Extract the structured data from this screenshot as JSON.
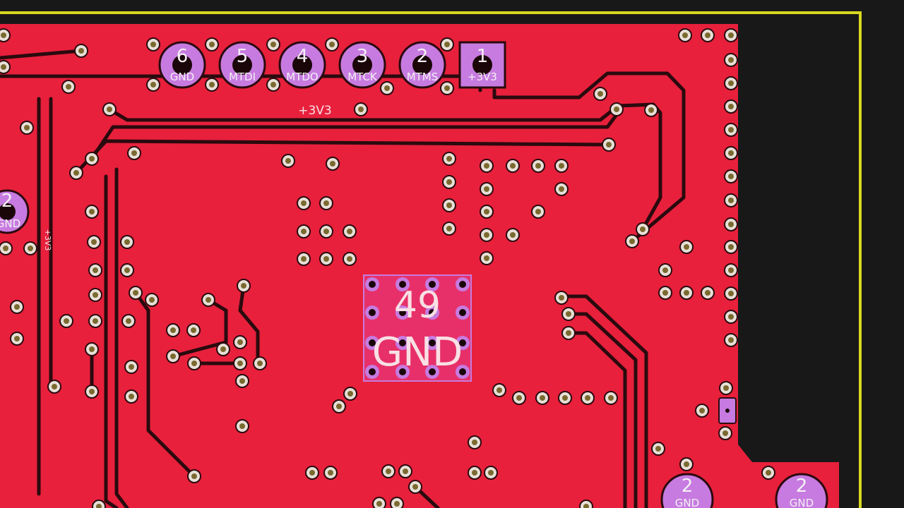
{
  "header_pins": [
    {
      "number": "6",
      "net": "GND"
    },
    {
      "number": "5",
      "net": "MTDI"
    },
    {
      "number": "4",
      "net": "MTDO"
    },
    {
      "number": "3",
      "net": "MTCK"
    },
    {
      "number": "2",
      "net": "MTMS"
    },
    {
      "number": "1",
      "net": "+3V3"
    }
  ],
  "net_label_top": "+3V3",
  "net_label_vertical": "+3V3",
  "left_pad": {
    "number": "2",
    "net": "GND"
  },
  "thermal_pad": {
    "number": "49",
    "net": "GND"
  },
  "bottom_pads": [
    {
      "number": "2",
      "net": "GND"
    },
    {
      "number": "2",
      "net": "GND"
    }
  ],
  "colors": {
    "copper": "#e8203c",
    "pad": "#c77be0",
    "board_edge": "#d8d820",
    "background": "#181818"
  }
}
